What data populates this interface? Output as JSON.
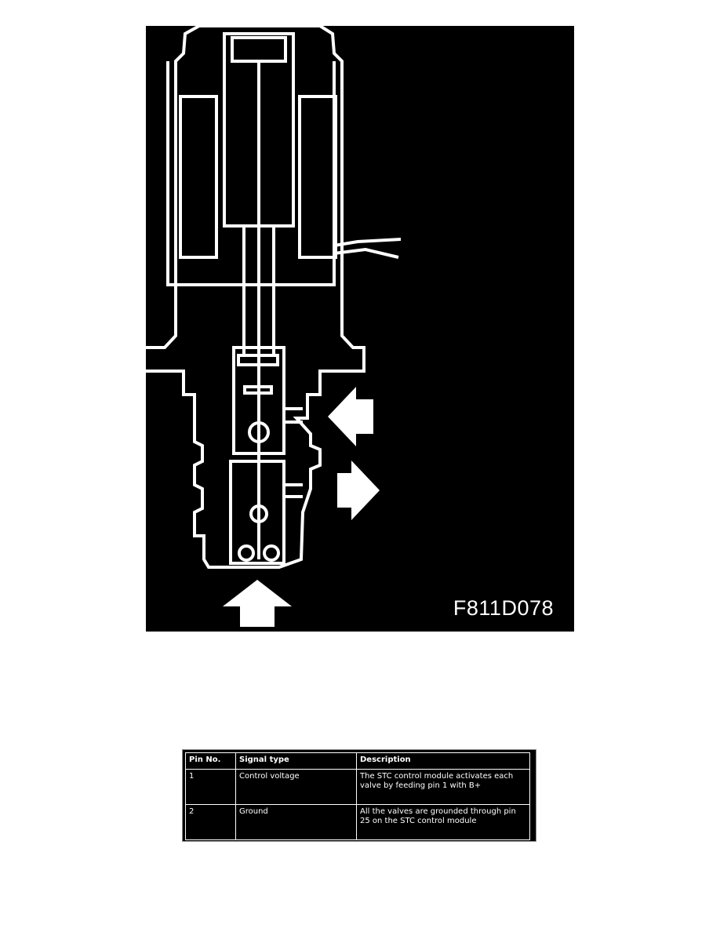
{
  "figure": {
    "id_label": "F811D078",
    "arrows": [
      "inlet-left-arrow",
      "outlet-right-arrow",
      "supply-up-arrow"
    ]
  },
  "pin_table": {
    "headers": [
      "Pin No.",
      "Signal type",
      "Description"
    ],
    "rows": [
      [
        "1",
        "Control voltage",
        "The STC control module activates each valve by feeding pin 1 with B+"
      ],
      [
        "2",
        "Ground",
        "All the valves are grounded through pin 25 on the STC control module"
      ]
    ]
  }
}
